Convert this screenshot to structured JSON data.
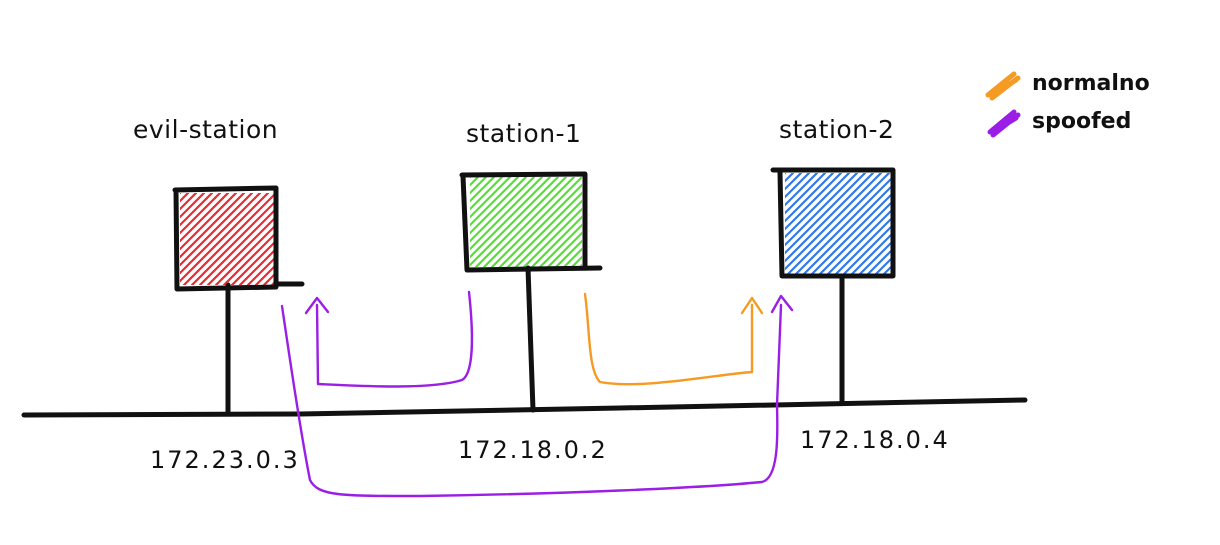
{
  "stations": [
    {
      "name": "evil-station",
      "ip": "172.23.0.3",
      "color": "#e8141c"
    },
    {
      "name": "station-1",
      "ip": "172.18.0.2",
      "color": "#3fe01a"
    },
    {
      "name": "station-2",
      "ip": "172.18.0.4",
      "color": "#1c6ae6"
    }
  ],
  "legend": [
    {
      "label": "normalno",
      "color": "#f59a23"
    },
    {
      "label": "spoofed",
      "color": "#9b1ee6"
    }
  ]
}
